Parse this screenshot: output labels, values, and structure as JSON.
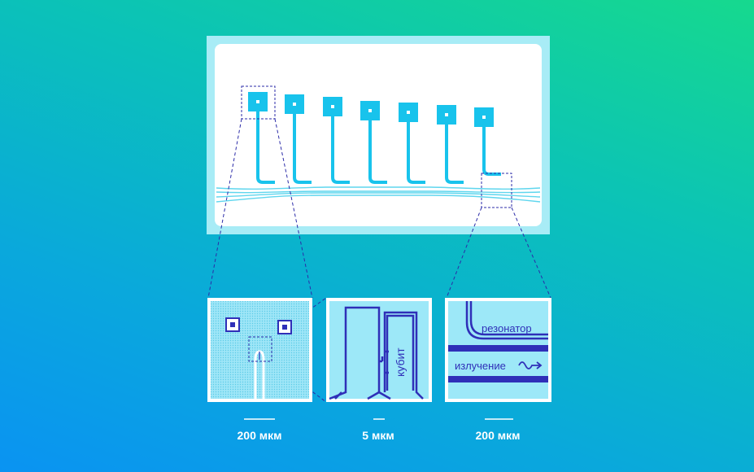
{
  "labels": {
    "qubit": "кубит",
    "resonator": "резонатор",
    "emission": "излучение"
  },
  "scales": [
    "200 мкм",
    "5 мкм",
    "200 мкм"
  ],
  "colors": {
    "chip_fill": "#ffffff",
    "chip_frame": "#a8ecf6",
    "qubit_cyan": "#18c3ec",
    "light_cyan": "#9de8f8",
    "dark_blue": "#2f2fb8",
    "dashed": "#2b2ba8"
  }
}
